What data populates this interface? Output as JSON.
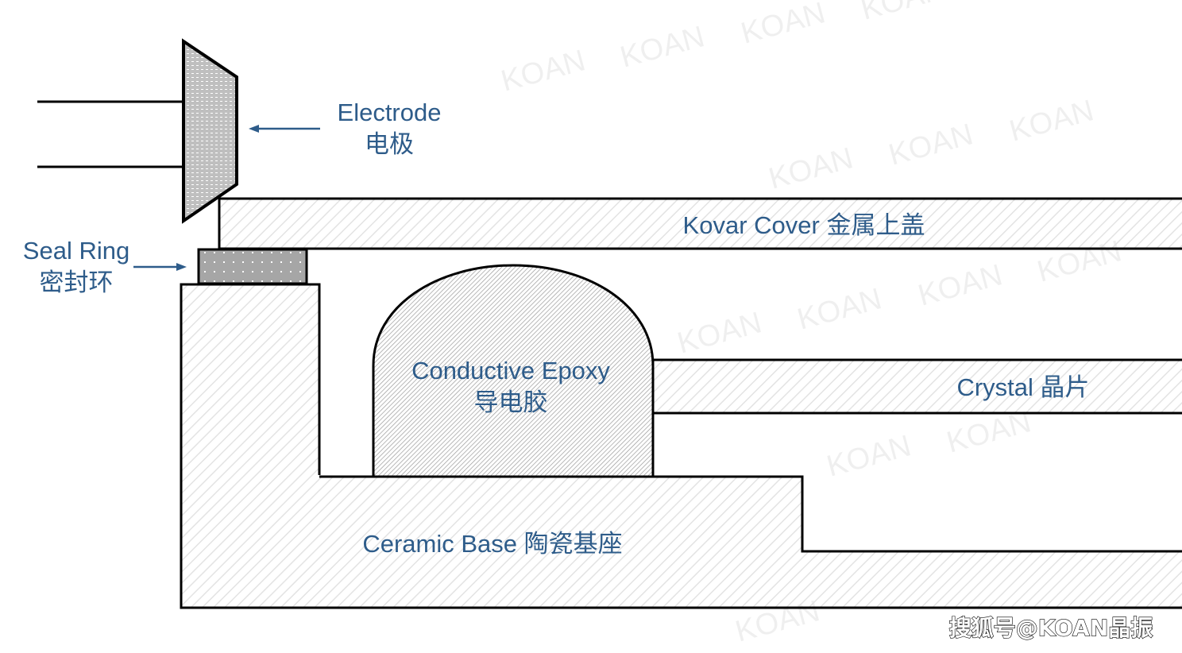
{
  "labels": {
    "electrode_en": "Electrode",
    "electrode_zh": "电极",
    "kovar": "Kovar Cover 金属上盖",
    "seal_en": "Seal Ring",
    "seal_zh": "密封环",
    "epoxy_en": "Conductive Epoxy",
    "epoxy_zh": "导电胶",
    "crystal": "Crystal 晶片",
    "ceramic": "Ceramic Base 陶瓷基座"
  },
  "watermark": "KOAN",
  "credit": "搜狐号@KOAN晶振",
  "colors": {
    "label": "#2E5C8A",
    "outline": "#000000",
    "seal_ring": "#A6A6A6",
    "electrode": "#BFBFBF"
  }
}
